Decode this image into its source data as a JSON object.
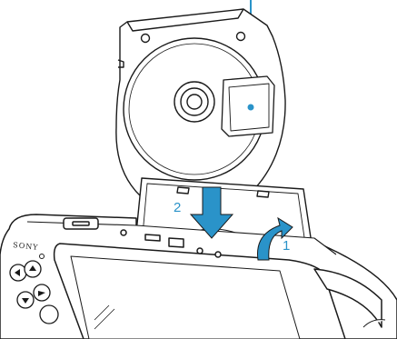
{
  "figure": {
    "step_labels": [
      "1",
      "2"
    ],
    "brand_text": "SONY",
    "colors": {
      "accent": "#2a93c9",
      "line": "#1a1a1a",
      "background": "#ffffff"
    },
    "icons": [
      "umd-disc",
      "disc-label-area",
      "callout-leader",
      "insert-arrow",
      "close-cover-arrow",
      "psp-handheld",
      "disc-tray-cover",
      "dpad"
    ]
  }
}
